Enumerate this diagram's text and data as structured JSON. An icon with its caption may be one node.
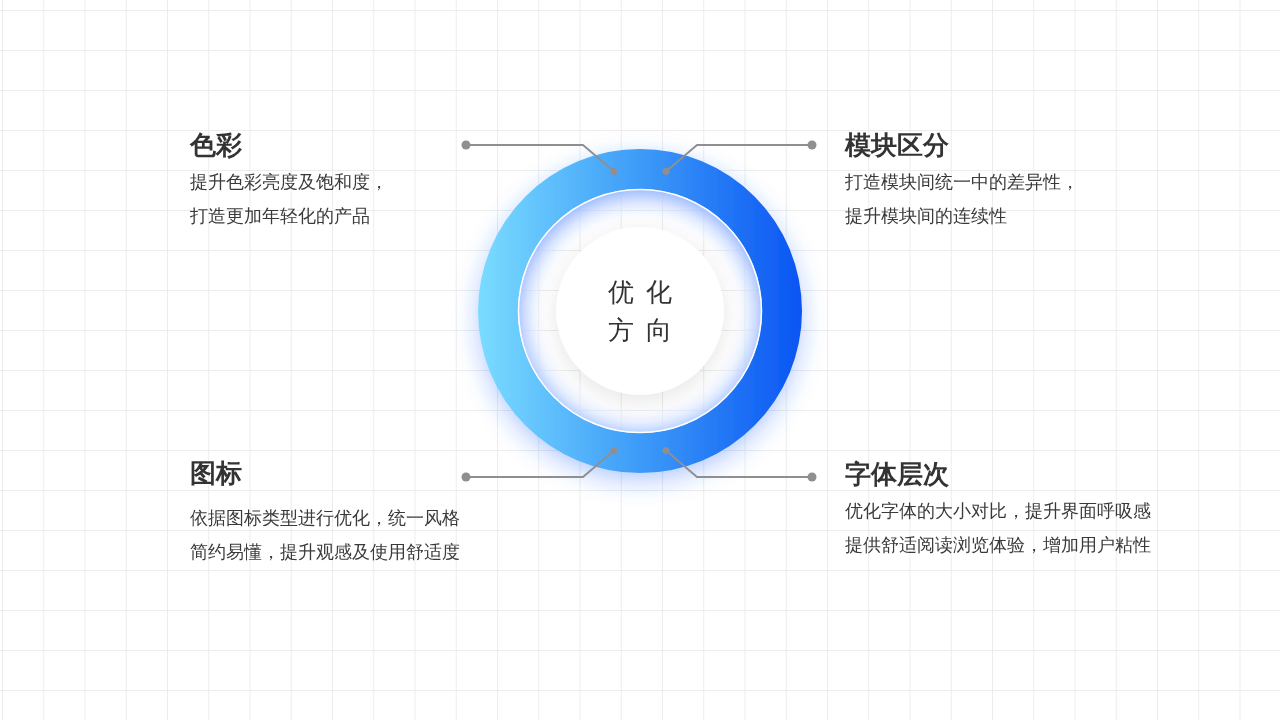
{
  "diagram": {
    "nodes": [
      {
        "text": [
          "色彩",
          "提升色彩亮度及饱和度，打造更加年轻化的产品"
        ]
      },
      {
        "text": [
          "模块区分",
          "打造模块间统一中的差异性，提升模块间的连续性"
        ]
      },
      {
        "text": [],
        "shape": "ring"
      },
      {
        "text": [
          "优化方向"
        ],
        "in": 2
      },
      {
        "text": [
          "图标",
          "依据图标类型进行优化，统一风格简约易懂，提升观感及使用舒适度"
        ]
      },
      {
        "text": [
          "字体层次",
          "优化字体的大小对比，提升界面呼吸感提供舒适阅读浏览体验，增加用户粘性"
        ]
      }
    ],
    "edges": [
      {
        "from": 0,
        "to": 2,
        "arrow": "other"
      },
      {
        "from": 1,
        "to": 2,
        "arrow": "other"
      },
      {
        "from": 4,
        "to": 2,
        "arrow": "other"
      },
      {
        "from": 5,
        "to": 2,
        "arrow": "other"
      }
    ]
  }
}
